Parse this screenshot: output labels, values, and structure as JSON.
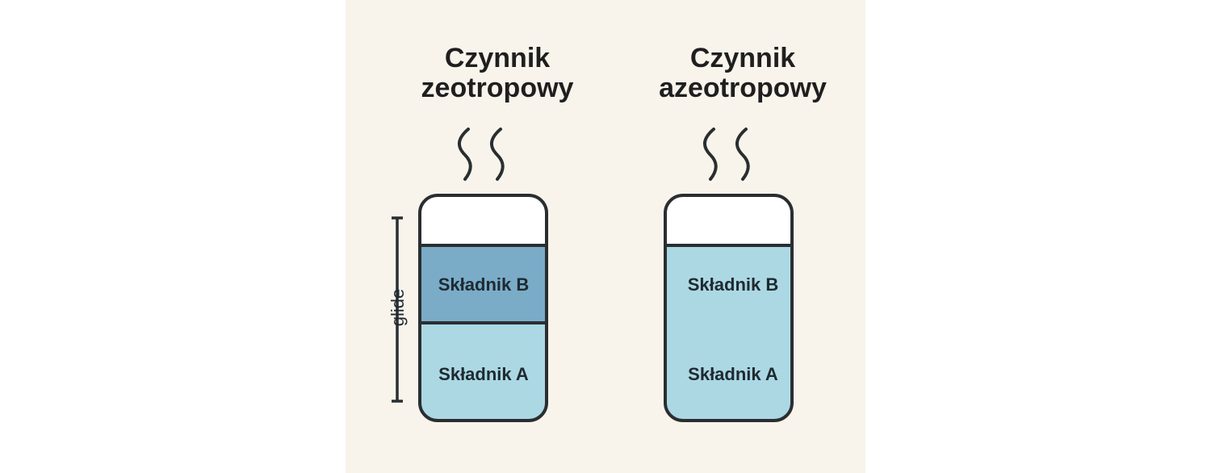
{
  "zeotropic": {
    "title": "Czynnik\nzeotropowy",
    "component_b": "Składnik B",
    "component_a": "Składnik A",
    "glide_label": "glide"
  },
  "azeotropic": {
    "title": "Czynnik\nazeotropowy",
    "component_b": "Składnik B",
    "component_a": "Składnik A"
  },
  "colors": {
    "background": "#f8f4ec",
    "liquid_light": "#acd8e4",
    "liquid_dark": "#7aacc8",
    "outline": "#2a2e30"
  }
}
